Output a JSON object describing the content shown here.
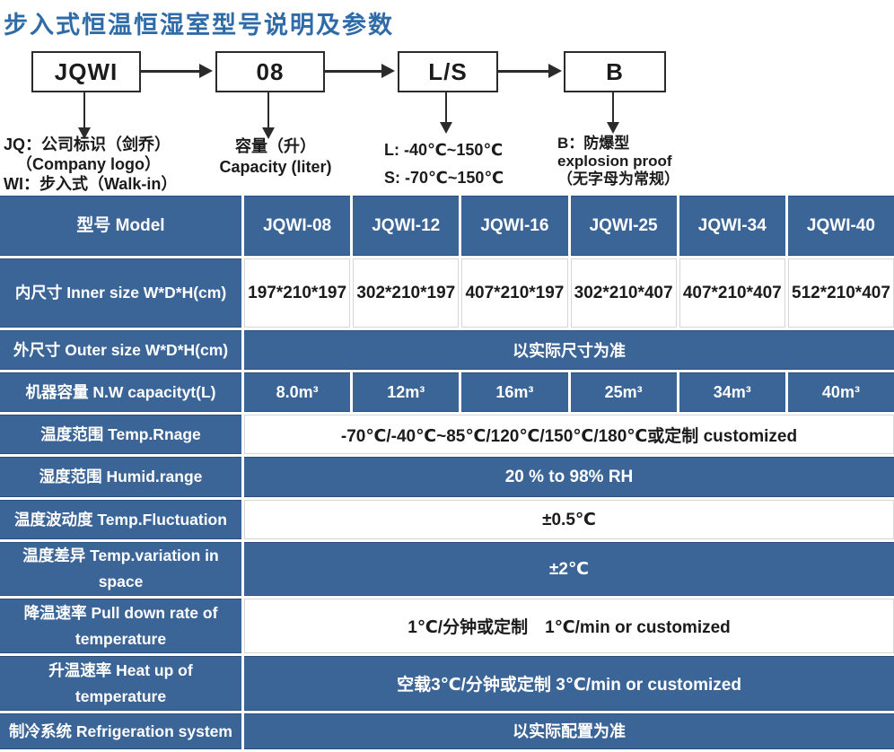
{
  "page": {
    "title": "步入式恒温恒湿室型号说明及参数"
  },
  "colors": {
    "title_blue": "#2f6ca7",
    "cell_blue": "#3c6597",
    "arrow_dark": "#2b2b2b"
  },
  "diagram": {
    "boxes": [
      "JQWI",
      "08",
      "L/S",
      "B"
    ],
    "notes": {
      "jq_line1": "JQ：公司标识（剑乔）",
      "jq_line2": "（Company logo）",
      "jq_line3": "WI：步入式（Walk-in）",
      "cap_line1": "容量（升）",
      "cap_line2": "Capacity (liter)",
      "ls_line1": "L: -40℃~150℃",
      "ls_line2": "S: -70℃~150℃",
      "b_line1": "B：防爆型",
      "b_line2": "explosion proof",
      "b_line3": "（无字母为常规）"
    }
  },
  "table": {
    "header": {
      "label": "型号 Model",
      "models": [
        "JQWI-08",
        "JQWI-12",
        "JQWI-16",
        "JQWI-25",
        "JQWI-34",
        "JQWI-40"
      ]
    },
    "rows": {
      "inner": {
        "label": "内尺寸 Inner size W*D*H(cm)",
        "values": [
          "197*210*197",
          "302*210*197",
          "407*210*197",
          "302*210*407",
          "407*210*407",
          "512*210*407"
        ]
      },
      "outer": {
        "label": "外尺寸 Outer size W*D*H(cm)",
        "value": "以实际尺寸为准"
      },
      "capacity": {
        "label": "机器容量 N.W capacityt(L)",
        "values": [
          "8.0m³",
          "12m³",
          "16m³",
          "25m³",
          "34m³",
          "40m³"
        ]
      },
      "temp_range": {
        "label": "温度范围 Temp.Rnage",
        "value": "-70℃/-40℃~85℃/120℃/150℃/180℃或定制 customized"
      },
      "humidity": {
        "label": "湿度范围 Humid.range",
        "value": "20 % to 98% RH"
      },
      "fluctuation": {
        "label": "温度波动度 Temp.Fluctuation",
        "value": "±0.5℃"
      },
      "variation": {
        "label": "温度差异 Temp.variation in space",
        "value": "±2℃"
      },
      "pulldown": {
        "label": "降温速率 Pull down rate of temperature",
        "value": "1℃/分钟或定制　1℃/min or customized"
      },
      "heatup": {
        "label": "升温速率 Heat up of temperature",
        "value": "空载3℃/分钟或定制 3℃/min or customized"
      },
      "partial": {
        "label": "制冷系统 Refrigeration system",
        "value": "以实际配置为准"
      }
    }
  }
}
